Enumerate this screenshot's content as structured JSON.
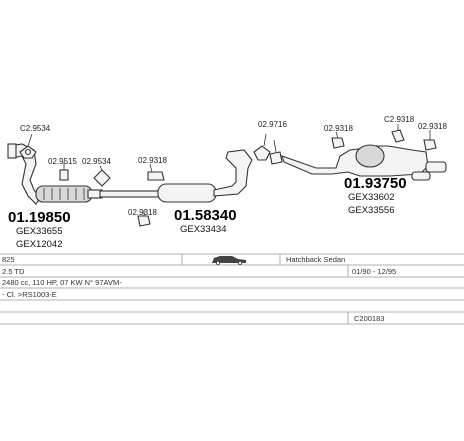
{
  "part_labels": {
    "c29534": "C2.9534",
    "p029515": "02.9515",
    "p029534": "02.9534",
    "p029318a": "02.9318",
    "p029318b": "02.9318",
    "p029716": "02.9716",
    "p029318c": "02.9318",
    "c29318": "C2.9318",
    "p029318d": "02.9318"
  },
  "main_numbers": {
    "n1": "01.19850",
    "n2": "01.58340",
    "n3": "01.93750"
  },
  "oem_codes": {
    "n1_a": "GEX33655",
    "n1_b": "GEX12042",
    "n2_a": "GEX33434",
    "n3_a": "GEX33602",
    "n3_b": "GEX33556"
  },
  "info_table": {
    "model": "825",
    "body": "Hatchback Sedan",
    "engine": "2.5 TD",
    "years": "01/90 - 12/95",
    "spec": "2480 cc, 110 HP, 07 KW N° 97AVM-",
    "note": "- Cl. >RS1003-E",
    "catalog": "C200183"
  }
}
